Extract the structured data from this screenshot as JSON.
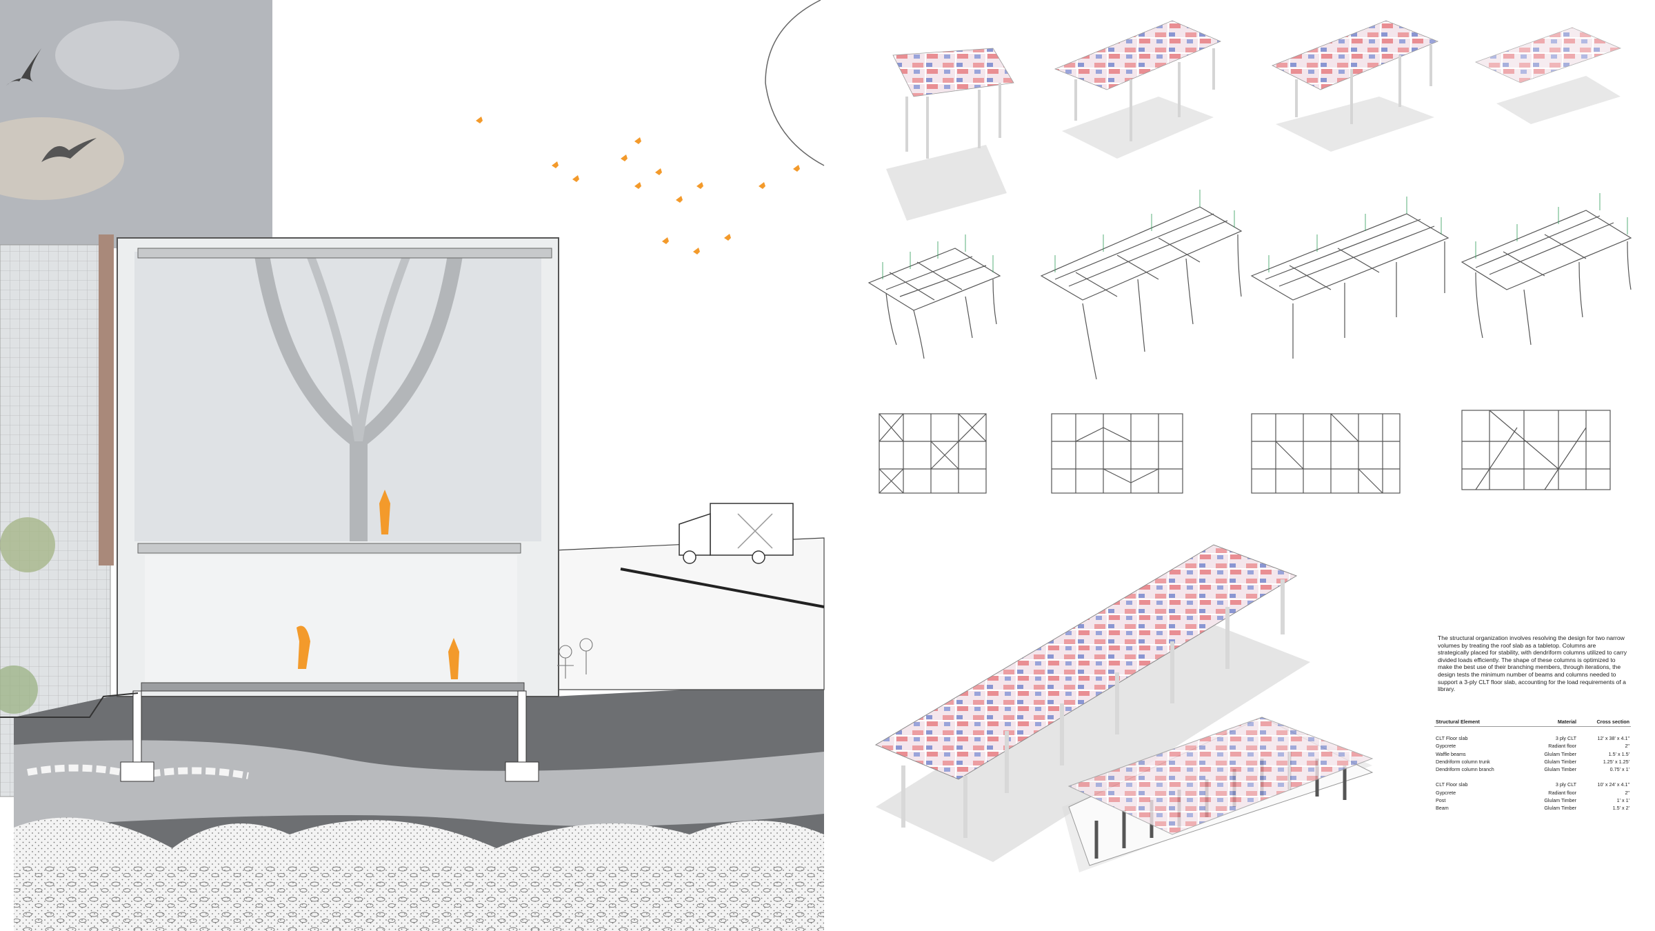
{
  "description_text": "The structural organization involves resolving the design for two narrow volumes by treating the roof slab as a tabletop. Columns are strategically placed for stability, with dendriform columns utilized to carry divided loads efficiently. The shape of these columns is optimized to make the best use of their branching members, through iterations, the design tests the minimum number of beams and columns needed to support a 3-ply CLT floor slab, accounting for the load requirements of a library.",
  "structure_table": {
    "headers": [
      "Structural Element",
      "Material",
      "Cross section"
    ],
    "group_a": [
      {
        "element": "CLT Floor slab",
        "material": "3 ply CLT",
        "section": "12' x 38' x 4.1\""
      },
      {
        "element": "Gypcrete",
        "material": "Radiant floor",
        "section": "2\""
      },
      {
        "element": "Waffle beams",
        "material": "Glulam Timber",
        "section": "1.5' x 1.5'"
      },
      {
        "element": "Dendriform column trunk",
        "material": "Glulam Timber",
        "section": "1.25' x 1.25'"
      },
      {
        "element": "Dendriform column branch",
        "material": "Glulam Timber",
        "section": "0.75' x 1'"
      }
    ],
    "group_b": [
      {
        "element": "CLT Floor slab",
        "material": "3 ply CLT",
        "section": "10' x 24' x 4.1\""
      },
      {
        "element": "Gypcrete",
        "material": "Radiant floor",
        "section": "2\""
      },
      {
        "element": "Post",
        "material": "Glulam Timber",
        "section": "1' x 1'"
      },
      {
        "element": "Beam",
        "material": "Glulam Timber",
        "section": "1.5' x 2'"
      }
    ]
  },
  "colors": {
    "accent_orange": "#f39a2b",
    "stress_red": "#e8868a",
    "stress_blue": "#6f7fc4",
    "sky_gray": "#b4b7bc",
    "ground_dark": "#6d6f72",
    "line": "#555555"
  }
}
